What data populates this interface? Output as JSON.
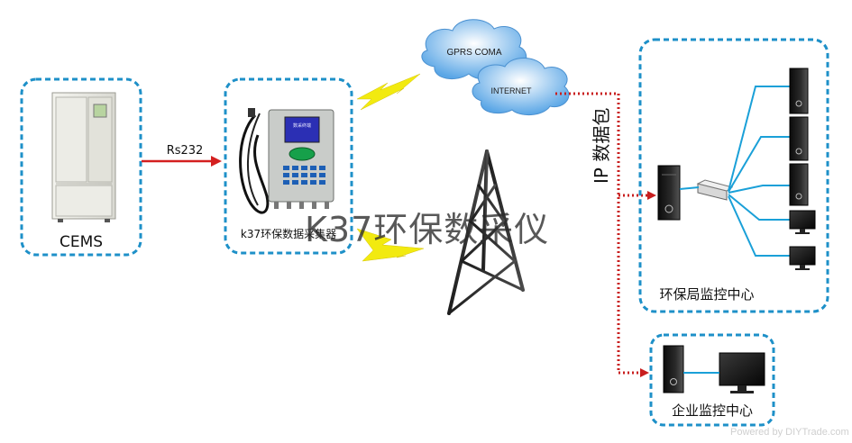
{
  "nodes": {
    "cems": {
      "label": "CEMS"
    },
    "collector": {
      "label": "k37环保数据采集器",
      "screen_text": "数采终端"
    },
    "gprs_cloud": {
      "label": "GPRS COMA"
    },
    "internet_cloud": {
      "label": "INTERNET"
    },
    "epb_center": {
      "label": "环保局监控中心"
    },
    "enterprise_center": {
      "label": "企业监控中心"
    }
  },
  "edges": {
    "cems_to_collector": {
      "label": "Rs232"
    },
    "internet_to_centers": {
      "label": "IP 数据包"
    }
  },
  "overlay": {
    "product_name": "K37环保数采仪"
  },
  "watermark": {
    "text": "Powered by DIYTrade.com"
  },
  "colors": {
    "box_border": "#1e90c8",
    "cable": "#1aa0d8",
    "rs232_arrow": "#d42020",
    "ip_path": "#c81e1e",
    "lightning": "#f2ea10",
    "cloud": "#5aa6e6"
  }
}
